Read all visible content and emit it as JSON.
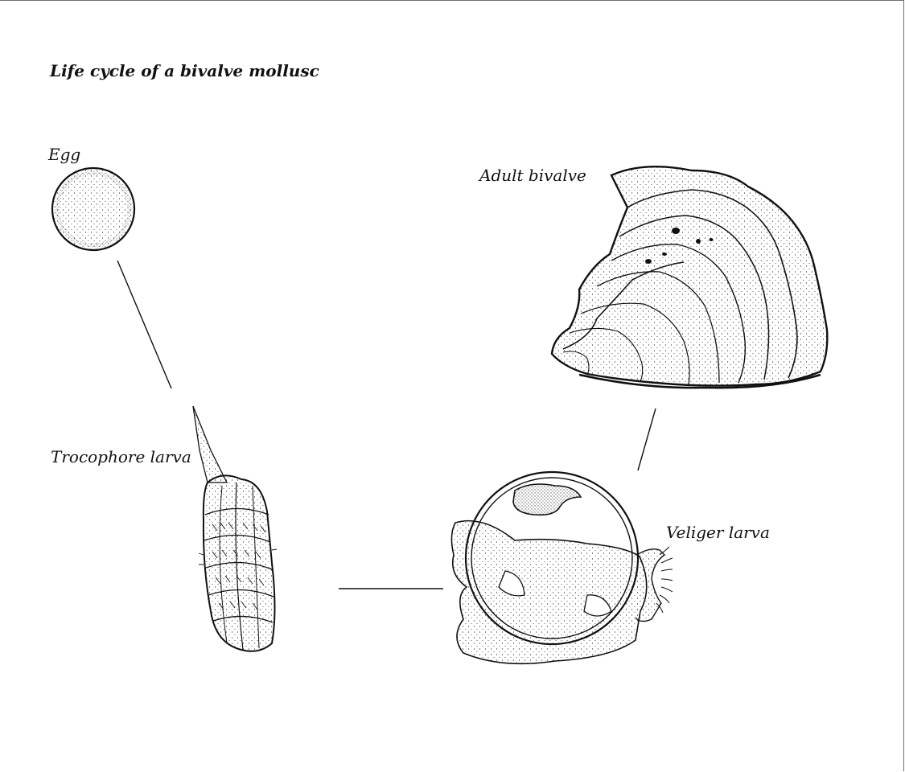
{
  "diagram": {
    "title": "Life cycle of a  bivalve mollusc",
    "stages": {
      "egg": "Egg",
      "adult": "Adult bivalve",
      "trocophore": "Trocophore larva",
      "veliger": "Veliger larva"
    }
  },
  "colors": {
    "ink": "#111111",
    "frame": "#6f6f6f",
    "background": "#ffffff"
  }
}
